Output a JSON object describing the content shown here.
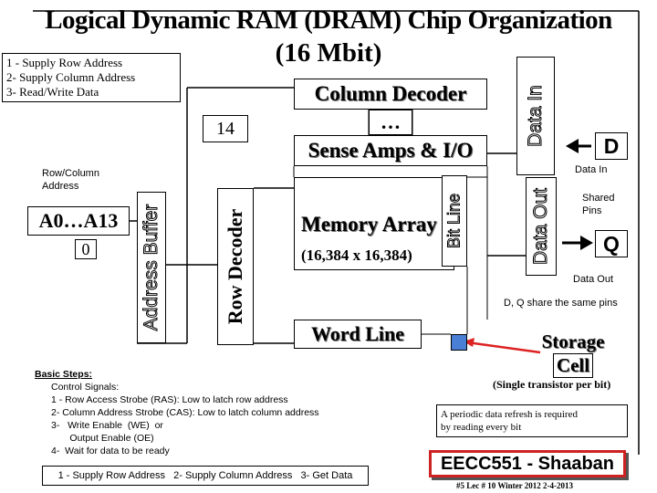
{
  "title": {
    "line1": "Logical Dynamic RAM (DRAM) Chip Organization",
    "line2": "(16 Mbit)"
  },
  "steps_box": {
    "line1": "1 - Supply Row Address",
    "line2": "2- Supply Column Address",
    "line3": "3- Read/Write Data"
  },
  "blocks": {
    "column_decoder": "Column Decoder",
    "dots": "…",
    "sense_amps": "Sense Amps & I/O",
    "bus_width": "14",
    "row_column_address": [
      "Row/Column",
      "Address"
    ],
    "address_pins": "A0…A13",
    "address_zero": "0",
    "address_buffer": "Address Buffer",
    "row_decoder": "Row Decoder",
    "memory_array": "Memory Array",
    "memory_size": "(16,384 x 16,384)",
    "bit_line": "Bit Line",
    "word_line": "Word Line",
    "data_in_block": "Data In",
    "data_out_block": "Data Out"
  },
  "pins": {
    "d": "D",
    "d_label": "Data In",
    "shared": [
      "Shared",
      "Pins"
    ],
    "q": "Q",
    "q_label": "Data Out",
    "share_note": "D, Q share the same pins"
  },
  "storage": {
    "title_line1": "Storage",
    "title_line2": "Cell",
    "note": "(Single transistor per bit)",
    "refresh": [
      "A periodic data refresh is required",
      "by reading every bit"
    ]
  },
  "basic_steps": {
    "heading": "Basic Steps:",
    "lines": [
      "Control Signals:",
      "1 - Row Access Strobe (RAS):  Low  to latch row address",
      "2- Column Address Strobe (CAS):  Low to latch column address",
      "3-   Write Enable  (WE)  or",
      "       Output Enable (OE)",
      "4-  Wait for data to be ready"
    ]
  },
  "bottom_steps": "1 - Supply Row Address   2- Supply Column Address   3- Get Data",
  "footer": {
    "badge": "EECC551 - Shaaban",
    "lecture": "#5   Lec # 10 Winter 2012  2-4-2013"
  },
  "colors": {
    "storage_cell": "#4a7fd6",
    "pointer_arrow": "#dd2222",
    "badge_border": "#cc2222"
  }
}
